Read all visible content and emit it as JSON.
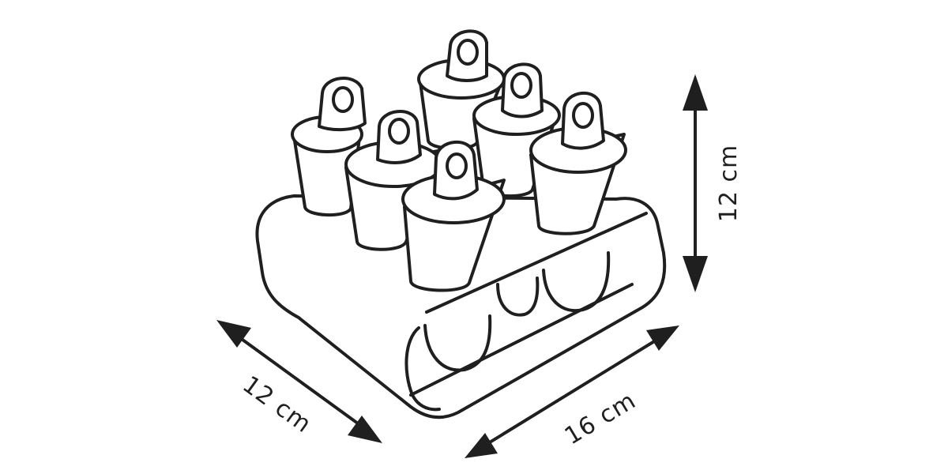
{
  "dimensions": {
    "height": {
      "label": "12 cm"
    },
    "depth": {
      "label": "12 cm"
    },
    "width": {
      "label": "16 cm"
    }
  },
  "product": {
    "mold_count": 6,
    "icon": "popsicle-mold-stand-icon"
  },
  "colors": {
    "line": "#1f1f1f",
    "background": "#ffffff"
  }
}
